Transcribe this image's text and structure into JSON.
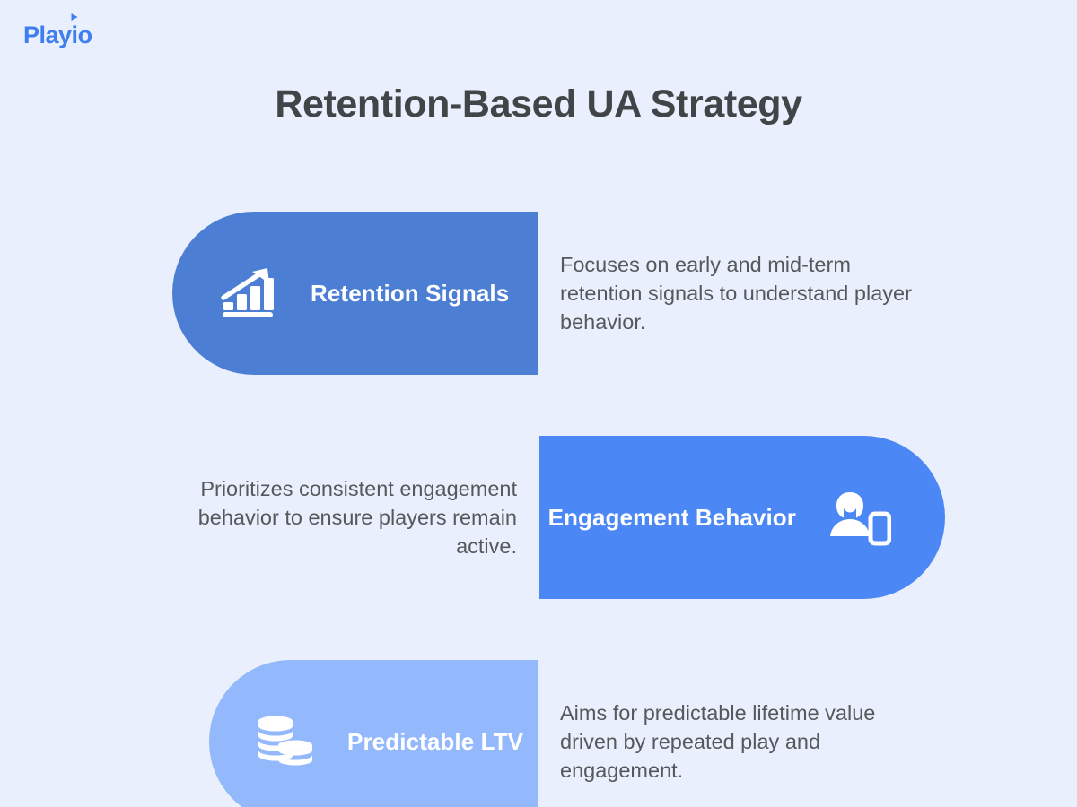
{
  "brand": {
    "name_part1": "Play",
    "name_part2": "i",
    "name_part3": "o",
    "color": "#3f7ef0"
  },
  "header": {
    "title": "Retention-Based UA Strategy",
    "title_color": "#424548"
  },
  "background_color": "#e9effc",
  "rows": [
    {
      "label": "Retention Signals",
      "description": "Focuses on early and mid-term retention signals to understand player behavior.",
      "icon": "bar-chart-growth-icon",
      "pill_color": "#4c7fd4",
      "pill_side": "left",
      "text_side": "right"
    },
    {
      "label": "Engagement Behavior",
      "description": "Prioritizes consistent engagement behavior to ensure players remain active.",
      "icon": "user-mobile-icon",
      "pill_color": "#4c87f6",
      "pill_side": "right",
      "text_side": "left"
    },
    {
      "label": "Predictable LTV",
      "description": "Aims for predictable lifetime value driven by repeated play and engagement.",
      "icon": "coin-stacks-icon",
      "pill_color": "#93b8fc",
      "pill_side": "left",
      "text_side": "right"
    }
  ]
}
